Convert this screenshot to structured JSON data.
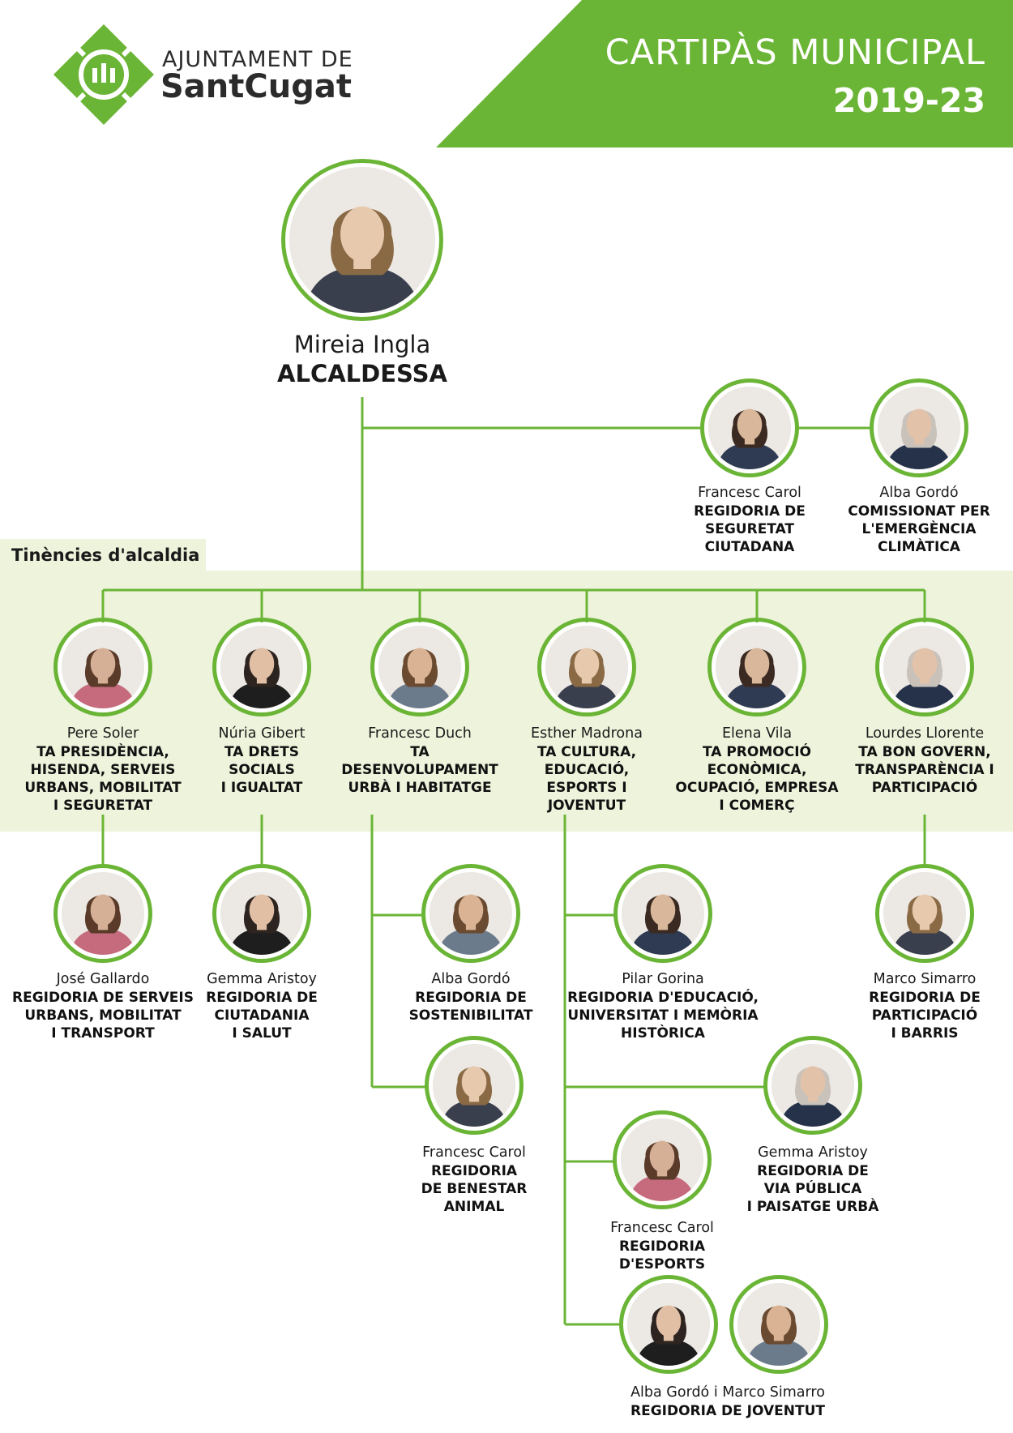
{
  "header": {
    "org_line1": "AJUNTAMENT DE",
    "org_line2": "SantCugat",
    "title": "CARTIPÀS MUNICIPAL",
    "years": "2019-23"
  },
  "band_label": "Tinències d'alcaldia",
  "colors": {
    "accent": "#6bb536",
    "band": "#eef3dc"
  },
  "mayor": {
    "name": "Mireia Ingla",
    "role": "ALCALDESSA"
  },
  "direct": [
    {
      "name": "Francesc Carol",
      "role": [
        "REGIDORIA DE",
        "SEGURETAT",
        "CIUTADANA"
      ]
    },
    {
      "name": "Alba Gordó",
      "role": [
        "COMISSIONAT PER",
        "L'EMERGÈNCIA",
        "CLIMÀTICA"
      ]
    }
  ],
  "lieutenants": [
    {
      "name": "Pere Soler",
      "role": [
        "TA PRESIDÈNCIA,",
        "HISENDA, SERVEIS",
        "URBANS, MOBILITAT",
        "I SEGURETAT"
      ]
    },
    {
      "name": "Núria Gibert",
      "role": [
        "TA DRETS",
        "SOCIALS",
        "I IGUALTAT"
      ]
    },
    {
      "name": "Francesc Duch",
      "role": [
        "TA",
        "DESENVOLUPAMENT",
        "URBÀ I HABITATGE"
      ]
    },
    {
      "name": "Esther Madrona",
      "role": [
        "TA  CULTURA,",
        "EDUCACIÓ,",
        "ESPORTS I",
        "JOVENTUT"
      ]
    },
    {
      "name": "Elena Vila",
      "role": [
        "TA  PROMOCIÓ",
        "ECONÒMICA,",
        "OCUPACIÓ, EMPRESA",
        "I COMERÇ"
      ]
    },
    {
      "name": "Lourdes Llorente",
      "role": [
        "TA BON GOVERN,",
        "TRANSPARÈNCIA I",
        "PARTICIPACIÓ"
      ]
    }
  ],
  "councillors": [
    {
      "name": "José Gallardo",
      "role": [
        "REGIDORIA DE SERVEIS",
        "URBANS, MOBILITAT",
        "I TRANSPORT"
      ]
    },
    {
      "name": "Gemma Aristoy",
      "role": [
        "REGIDORIA DE",
        "CIUTADANIA",
        "I SALUT"
      ]
    },
    {
      "name": "Alba Gordó",
      "role": [
        "REGIDORIA DE",
        "SOSTENIBILITAT"
      ]
    },
    {
      "name": "Francesc Carol",
      "role": [
        "REGIDORIA",
        "DE BENESTAR",
        "ANIMAL"
      ]
    },
    {
      "name": "Pilar Gorina",
      "role": [
        "REGIDORIA D'EDUCACIÓ,",
        "UNIVERSITAT I MEMÒRIA",
        "HISTÒRICA"
      ]
    },
    {
      "name": "Gemma Aristoy",
      "role": [
        "REGIDORIA DE",
        "VIA PÚBLICA",
        "I PAISATGE URBÀ"
      ]
    },
    {
      "name": "Francesc Carol",
      "role": [
        "REGIDORIA",
        "D'ESPORTS"
      ]
    },
    {
      "name": "Alba Gordó i Marco Simarro",
      "role": [
        "REGIDORIA DE JOVENTUT"
      ]
    },
    {
      "name": "Marco Simarro",
      "role": [
        "REGIDORIA DE",
        "PARTICIPACIÓ",
        "I BARRIS"
      ]
    }
  ]
}
